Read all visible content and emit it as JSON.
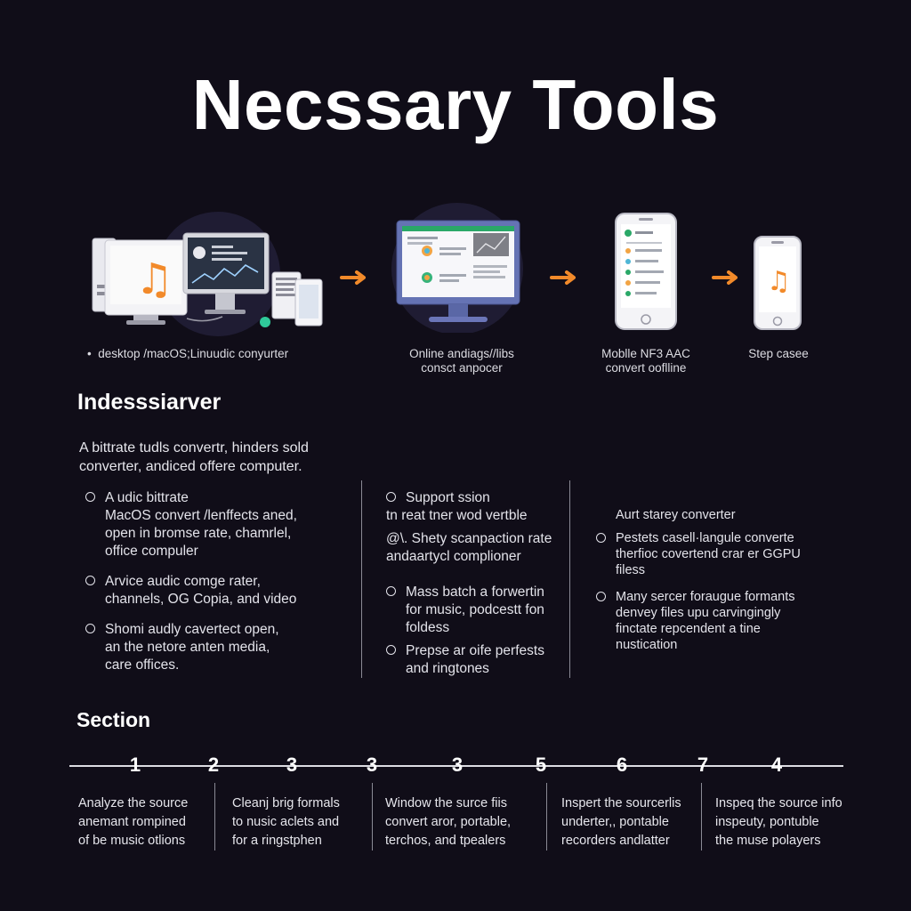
{
  "title": "Necssary Tools",
  "flow": {
    "captions": [
      {
        "line1": "desktop /macOS;Linuudic conyurter",
        "line2": ""
      },
      {
        "line1": "Online andiags//libs",
        "line2": "consct anpocer"
      },
      {
        "line1": "Moblle NF3 AAC",
        "line2": "convert ooflline"
      },
      {
        "line1": "Step casee",
        "line2": ""
      }
    ],
    "bullet_glyph": "•",
    "accent_color": "#f28a2a",
    "icons": [
      "desktop-computers-icon",
      "online-converter-monitor-icon",
      "mobile-app-phone-icon",
      "phone-music-icon"
    ]
  },
  "section1": {
    "heading": "Indesssiarver",
    "intro_line1": "A bittrate tudls convertr, hinders sold",
    "intro_line2": "converter, andiced offere computer.",
    "col1": [
      {
        "lines": [
          "A udic bittrate",
          "MacOS convert /lenffects aned,",
          "open in bromse rate, chamrlel,",
          "office compuler"
        ]
      },
      {
        "lines": [
          "Arvice audic comge rater,",
          "channels, OG Copia, and video"
        ]
      },
      {
        "lines": [
          "Shomi audly cavertect open,",
          "an the netore anten media,",
          "care offices."
        ]
      }
    ],
    "col2": [
      {
        "lines": [
          "Support ssion",
          "tn reat tner wod vertble"
        ],
        "bullet": true
      },
      {
        "lines": [
          "@\\. Shety scanpaction rate",
          "andaartycl complioner"
        ],
        "bullet": false
      },
      {
        "lines": [
          "Mass batch a forwertin",
          "for music, podcestt fon",
          "foldess"
        ],
        "bullet": true
      },
      {
        "lines": [
          "Prepse ar oife perfests",
          "and ringtones"
        ],
        "bullet": true
      }
    ],
    "col3": [
      {
        "lines": [
          "Aurt starey converter"
        ],
        "bullet": false
      },
      {
        "lines": [
          "Pestets casell·langule converte",
          "therfioc covertend crar er GGPU",
          "filess"
        ],
        "bullet": true
      },
      {
        "lines": [
          "Many sercer foraugue formants",
          "denvey files upu carvingingly",
          "finctate repcendent a tine",
          "nustication"
        ],
        "bullet": true
      }
    ]
  },
  "section2": {
    "heading": "Section",
    "numbers": [
      "1",
      "2",
      "3",
      "3",
      "3",
      "5",
      "6",
      "7",
      "4"
    ],
    "columns": [
      [
        "Analyze the source",
        "anemant rompined",
        "of be music otlions"
      ],
      [
        "Cleanj brig formals",
        "to nusic aclets and",
        "for a ringstphen"
      ],
      [
        "Window the surce fiis",
        "convert aror, portable,",
        "terchos, and tpealers"
      ],
      [
        "Inspert the sourcerlis",
        "underter,, pontable",
        "recorders andlatter"
      ],
      [
        "Inspeq the source info",
        "inspeuty, pontuble",
        "the muse polayers"
      ]
    ]
  }
}
